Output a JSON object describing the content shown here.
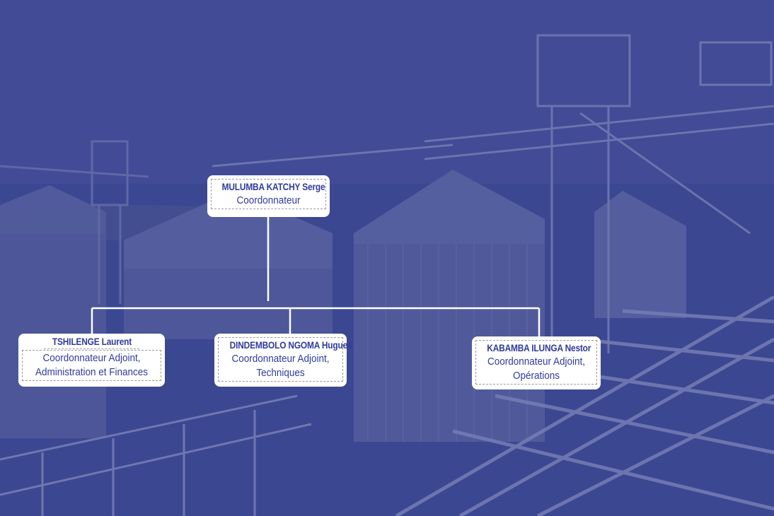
{
  "org_chart": {
    "coordinator": {
      "name": "MULUMBA KATCHY Serge",
      "role": "Coordonnateur"
    },
    "deputies": [
      {
        "name": "TSHILENGE Laurent",
        "role_line1": "Coordonnateur Adjoint,",
        "role_line2": "Administration et Finances"
      },
      {
        "name": "DINDEMBOLO NGOMA Hugues",
        "role_line1": "Coordonnateur Adjoint,",
        "role_line2": "Techniques"
      },
      {
        "name": "KABAMBA ILUNGA Nestor",
        "role_line1": "Coordonnateur Adjoint,",
        "role_line2": "Opérations"
      }
    ]
  },
  "colors": {
    "overlay": "#3a4590",
    "box_text": "#2f3a9e",
    "connector": "#ffffff",
    "box_fill": "#ffffff"
  }
}
